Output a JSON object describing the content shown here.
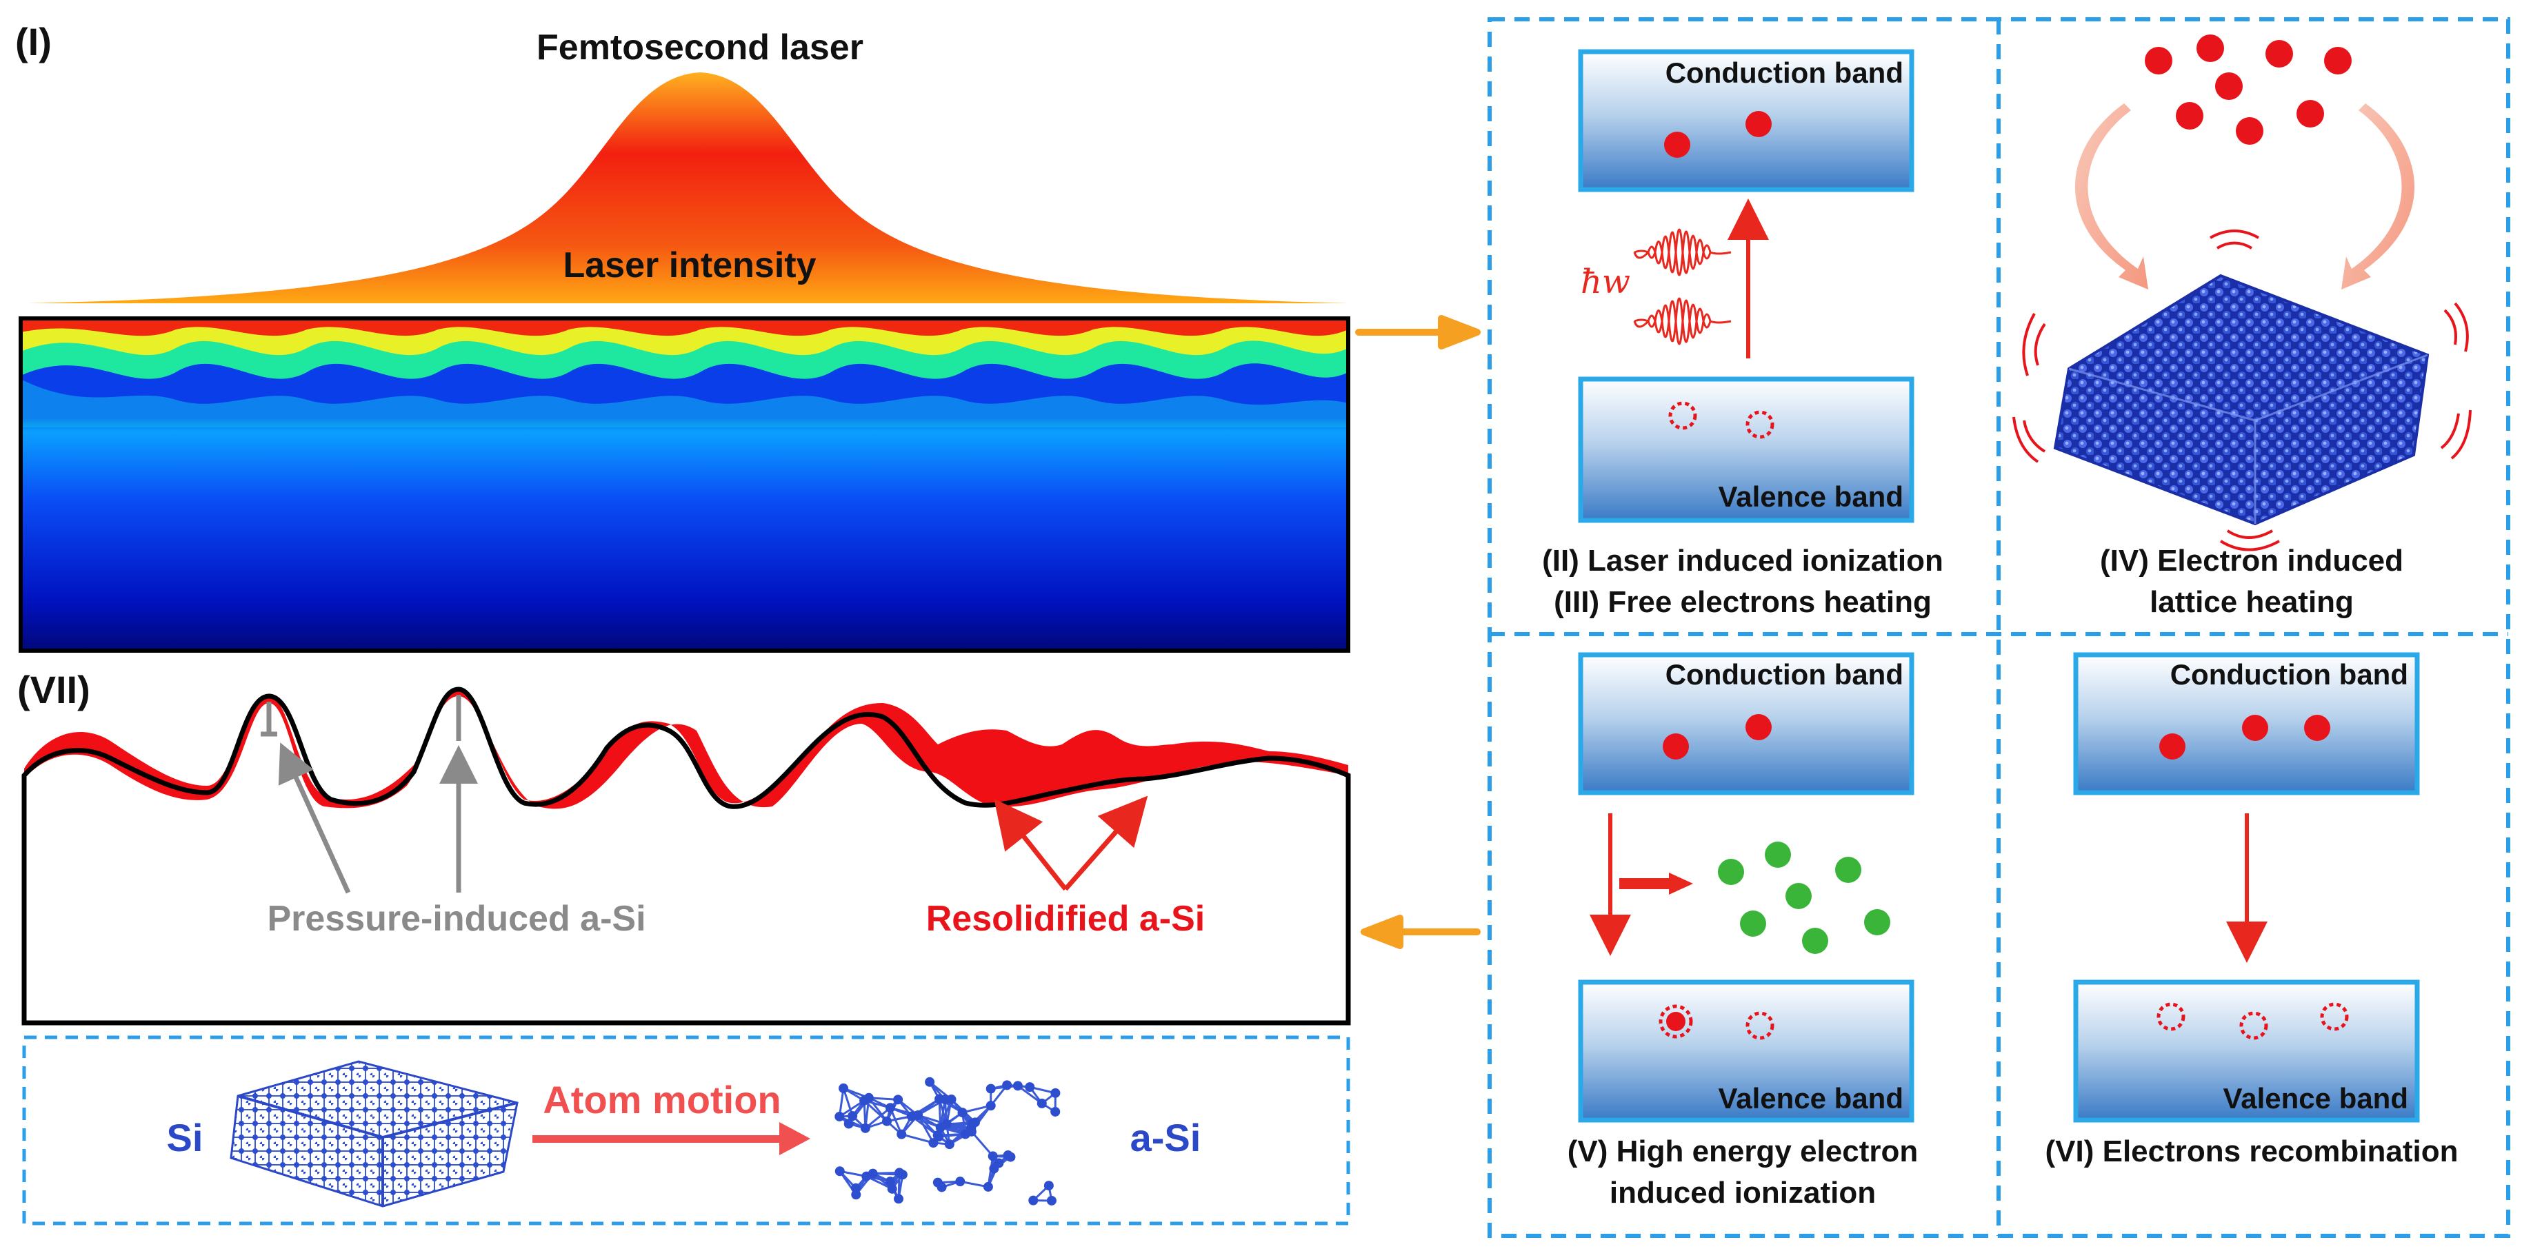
{
  "panels": {
    "i_label": "(I)",
    "vii_label": "(VII)"
  },
  "laser": {
    "title": "Femtosecond laser",
    "intensity_label": "Laser intensity"
  },
  "band_panel_2_3": {
    "conduction": "Conduction band",
    "valence": "Valence band",
    "photon_symbol": "ħw",
    "caption_line1": "(II) Laser induced ionization",
    "caption_line2": "(III) Free electrons heating"
  },
  "panel_4": {
    "caption_line1": "(IV) Electron induced",
    "caption_line2": "lattice heating"
  },
  "panel_5": {
    "conduction": "Conduction band",
    "valence": "Valence band",
    "caption_line1": "(V) High energy electron",
    "caption_line2": "induced ionization"
  },
  "panel_6": {
    "conduction": "Conduction band",
    "valence": "Valence band",
    "caption_line1": "(VI) Electrons recombination"
  },
  "surface": {
    "pressure_label": "Pressure-induced a-Si",
    "resolidified_label": "Resolidified a-Si"
  },
  "atom_motion": {
    "left_label": "Si",
    "arrow_label": "Atom motion",
    "right_label": "a-Si"
  },
  "colors": {
    "dash_blue": "#2a9ee8",
    "band_border": "#2aa8e8",
    "electron_red": "#e8141c",
    "electron_green": "#3ab53a",
    "arrow_orange": "#f5a020",
    "arrow_red": "#e8281e",
    "pressure_gray": "#8a8a8a",
    "silicon_blue": "#2a48c8"
  }
}
